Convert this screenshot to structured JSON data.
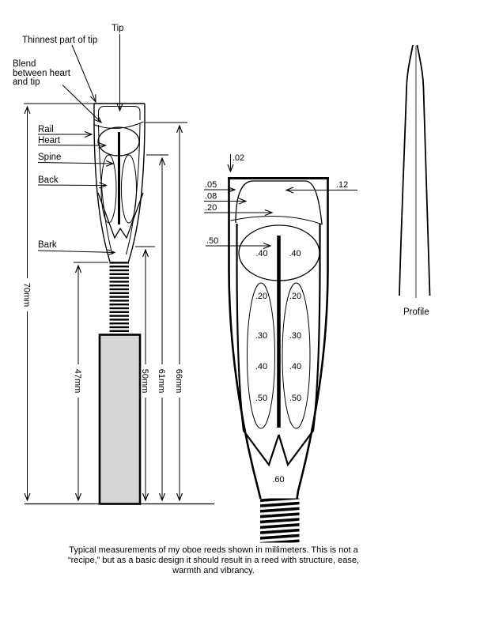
{
  "left_diagram": {
    "callouts": {
      "tip": "Tip",
      "thinnest_part": "Thinnest part of tip",
      "blend": {
        "line1": "Blend",
        "line2": "between heart",
        "line3": "and tip"
      },
      "rail": "Rail",
      "heart": "Heart",
      "spine": "Spine",
      "back": "Back",
      "bark": "Bark"
    },
    "dimensions": {
      "overall": "70mm",
      "thread_to_base": "47mm",
      "bark_to_base": "50mm",
      "spine_to_base": "61mm",
      "tip_to_base": "66mm"
    }
  },
  "enlarged_diagram": {
    "tip": {
      "center": ".02",
      "left_upper": ".05",
      "left_mid": ".08",
      "left_lower": ".20",
      "right": ".12"
    },
    "heart": {
      "spine_pointer": ".50",
      "left": ".40",
      "right": ".40"
    },
    "back_left": [
      ".20",
      ".30",
      ".40",
      ".50"
    ],
    "back_right": [
      ".20",
      ".30",
      ".40",
      ".50"
    ],
    "base": ".60"
  },
  "profile": {
    "label": "Profile"
  },
  "caption": {
    "line1": "Typical measurements of my oboe reeds shown in millimeters. This is not a",
    "line2": "“recipe,” but as a basic design it should result in a reed with structure, ease,",
    "line3": "warmth and vibrancy."
  },
  "colors": {
    "ink": "#000000",
    "cork_fill": "#d6d6d6",
    "background": "#ffffff"
  }
}
